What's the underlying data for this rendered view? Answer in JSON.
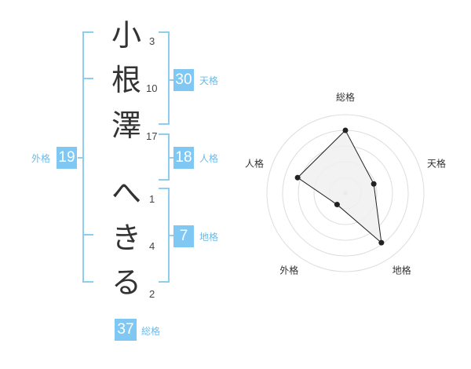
{
  "name": {
    "chars": [
      "小",
      "根",
      "澤",
      "へ",
      "き",
      "る"
    ],
    "strokes": [
      "3",
      "10",
      "17",
      "1",
      "4",
      "2"
    ]
  },
  "fortune": {
    "tenkaku": {
      "value": "30",
      "label": "天格"
    },
    "jinkaku": {
      "value": "18",
      "label": "人格"
    },
    "chikaku": {
      "value": "7",
      "label": "地格"
    },
    "gaikaku": {
      "value": "19",
      "label": "外格"
    },
    "soukaku": {
      "value": "37",
      "label": "総格"
    }
  },
  "colors": {
    "bracket": "#8fcdf0",
    "badge": "#7ec8f3",
    "badge_label": "#6bbbe8",
    "radar_fill": "#f0f0f0"
  },
  "chart_data": {
    "type": "radar",
    "axes": [
      "総格",
      "天格",
      "地格",
      "外格",
      "人格"
    ],
    "values": [
      4.0,
      1.9,
      3.9,
      0.9,
      3.2
    ],
    "range": [
      0,
      5
    ],
    "rings": 5
  }
}
